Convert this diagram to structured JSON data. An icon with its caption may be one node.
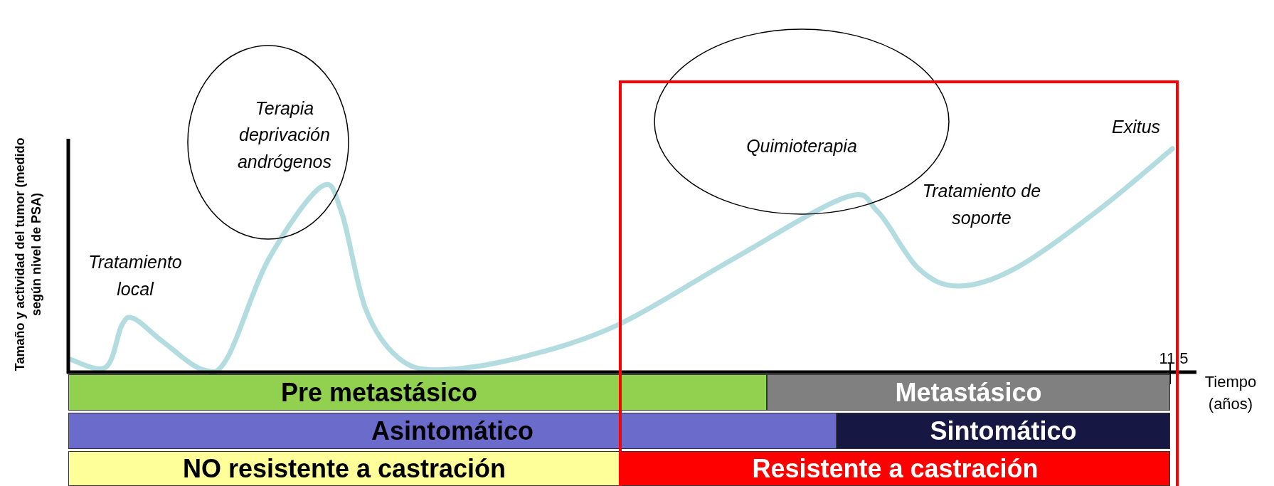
{
  "diagram": {
    "nodes": [
      {
        "text": [
          "Terapia deprivación andrógenos"
        ]
      },
      {
        "text": [
          "Quimioterapia"
        ]
      },
      {
        "text": [
          "Pre metastásico"
        ]
      },
      {
        "text": [
          "Metastásico"
        ]
      },
      {
        "text": [
          "Asintomático"
        ]
      },
      {
        "text": [
          "Sintomático"
        ]
      },
      {
        "text": [
          "NO resistente a castración"
        ]
      },
      {
        "text": [
          "Resistente a castración"
        ]
      }
    ],
    "labels": [
      "Exitus",
      "Tratamiento de soporte",
      "Tamaño y actividad del tumor (medido según nivel de PSA)",
      "Tratamiento local",
      "11,5",
      "Tiempo (años)"
    ]
  }
}
